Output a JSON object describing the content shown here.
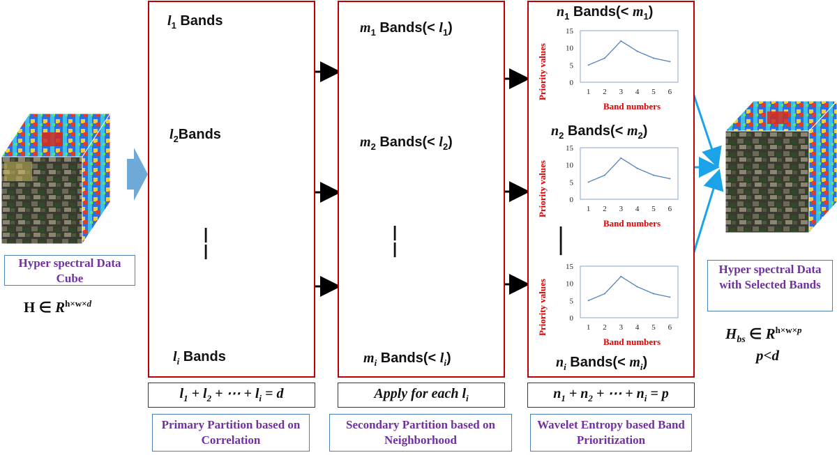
{
  "input": {
    "caption": "Hyper spectral Data Cube",
    "formula": "H ∈ R^(h×w×d)"
  },
  "stage1": {
    "header_top": "l₁ Bands",
    "header_mid": "l₂Bands",
    "header_bottom": "lᵢ Bands",
    "separator": "|",
    "formula": "l₁ + l₂ + ⋯ + lᵢ = d",
    "caption": "Primary Partition based on Correlation"
  },
  "stage2": {
    "header_top": "m₁ Bands(< l₁)",
    "header_mid": "m₂ Bands(< l₂)",
    "header_bottom": "mᵢ Bands(< lᵢ)",
    "separator": "|",
    "formula": "Apply for each lᵢ",
    "caption": "Secondary Partition based on Neighborhood"
  },
  "stage3": {
    "header_top": "n₁ Bands(< m₁)",
    "header_mid": "n₂ Bands(< m₂)",
    "header_bottom": "nᵢ Bands(< mᵢ)",
    "separator": "|",
    "formula": "n₁ + n₂ + ⋯ + nᵢ = p",
    "caption": "Wavelet Entropy based Band Prioritization"
  },
  "output": {
    "caption": "Hyper spectral Data with Selected Bands",
    "formula": "H_bs ∈ R^(h×w×p)",
    "constraint": "p<d"
  },
  "colors": {
    "stage_border": "#c00000",
    "caption_text": "#7030a0",
    "caption_border": "#4a7fb5",
    "chart_label": "#e00000",
    "chart_line": "#4f81bd",
    "connector_blue": "#1aa3e8"
  },
  "chart_data": [
    {
      "type": "line",
      "xlabel": "Band numbers",
      "ylabel": "Priority values",
      "x": [
        1,
        2,
        3,
        4,
        5,
        6
      ],
      "series": [
        {
          "values": [
            5,
            7,
            12,
            9,
            7,
            6
          ]
        }
      ],
      "xticks": [
        "1",
        "2",
        "3",
        "4",
        "5",
        "6"
      ],
      "yticks": [
        "0",
        "5",
        "10",
        "15"
      ],
      "ylim": [
        0,
        15
      ]
    },
    {
      "type": "line",
      "xlabel": "Band numbers",
      "ylabel": "Priority values",
      "x": [
        1,
        2,
        3,
        4,
        5,
        6
      ],
      "series": [
        {
          "values": [
            5,
            7,
            12,
            9,
            7,
            6
          ]
        }
      ],
      "xticks": [
        "1",
        "2",
        "3",
        "4",
        "5",
        "6"
      ],
      "yticks": [
        "0",
        "5",
        "10",
        "15"
      ],
      "ylim": [
        0,
        15
      ]
    },
    {
      "type": "line",
      "xlabel": "Band numbers",
      "ylabel": "Priority values",
      "x": [
        1,
        2,
        3,
        4,
        5,
        6
      ],
      "series": [
        {
          "values": [
            5,
            7,
            12,
            9,
            7,
            6
          ]
        }
      ],
      "xticks": [
        "1",
        "2",
        "3",
        "4",
        "5",
        "6"
      ],
      "yticks": [
        "0",
        "5",
        "10",
        "15"
      ],
      "ylim": [
        0,
        15
      ]
    }
  ]
}
